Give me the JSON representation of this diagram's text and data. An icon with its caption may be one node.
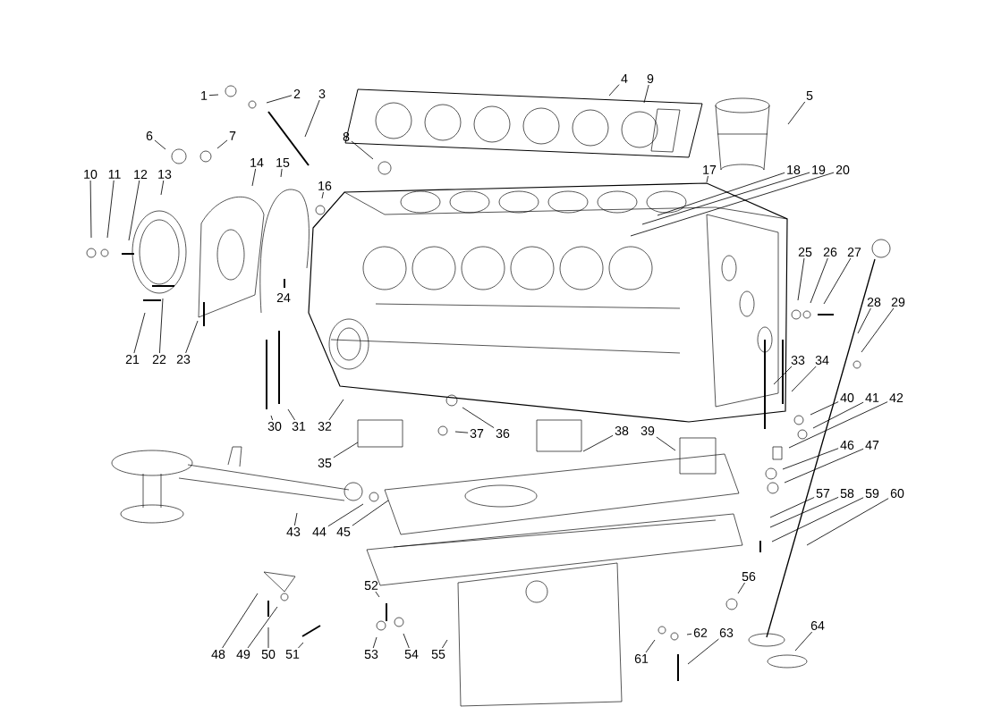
{
  "diagram": {
    "nodes": [
      {
        "text": [
          "1"
        ]
      },
      {
        "text": [
          "2"
        ]
      },
      {
        "text": [
          "3"
        ]
      },
      {
        "text": [
          "4"
        ]
      },
      {
        "text": [
          "5"
        ]
      },
      {
        "text": [
          "6"
        ]
      },
      {
        "text": [
          "7"
        ]
      },
      {
        "text": [
          "8"
        ]
      },
      {
        "text": [
          "9"
        ]
      },
      {
        "text": [
          "10"
        ]
      },
      {
        "text": [
          "11"
        ]
      },
      {
        "text": [
          "12"
        ]
      },
      {
        "text": [
          "13"
        ]
      },
      {
        "text": [
          "14"
        ]
      },
      {
        "text": [
          "15"
        ]
      },
      {
        "text": [
          "16"
        ]
      },
      {
        "text": [
          "17"
        ]
      },
      {
        "text": [
          "18"
        ]
      },
      {
        "text": [
          "19"
        ]
      },
      {
        "text": [
          "20"
        ]
      },
      {
        "text": [
          "21"
        ]
      },
      {
        "text": [
          "22"
        ]
      },
      {
        "text": [
          "23"
        ]
      },
      {
        "text": [
          "24"
        ]
      },
      {
        "text": [
          "25"
        ]
      },
      {
        "text": [
          "26"
        ]
      },
      {
        "text": [
          "27"
        ]
      },
      {
        "text": [
          "28"
        ]
      },
      {
        "text": [
          "29"
        ]
      },
      {
        "text": [
          "30"
        ]
      },
      {
        "text": [
          "31"
        ]
      },
      {
        "text": [
          "32"
        ]
      },
      {
        "text": [
          "33"
        ]
      },
      {
        "text": [
          "34"
        ]
      },
      {
        "text": [
          "35"
        ]
      },
      {
        "text": [
          "36"
        ]
      },
      {
        "text": [
          "37"
        ]
      },
      {
        "text": [
          "38"
        ]
      },
      {
        "text": [
          "39"
        ]
      },
      {
        "text": [
          "40"
        ]
      },
      {
        "text": [
          "41"
        ]
      },
      {
        "text": [
          "42"
        ]
      },
      {
        "text": [
          "43"
        ]
      },
      {
        "text": [
          "44"
        ]
      },
      {
        "text": [
          "45"
        ]
      },
      {
        "text": [
          "46"
        ]
      },
      {
        "text": [
          "47"
        ]
      },
      {
        "text": [
          "48"
        ]
      },
      {
        "text": [
          "49"
        ]
      },
      {
        "text": [
          "50"
        ]
      },
      {
        "text": [
          "51"
        ]
      },
      {
        "text": [
          "52"
        ]
      },
      {
        "text": [
          "53"
        ]
      },
      {
        "text": [
          "54"
        ]
      },
      {
        "text": [
          "55"
        ]
      },
      {
        "text": [
          "56"
        ]
      },
      {
        "text": [
          "57"
        ]
      },
      {
        "text": [
          "58"
        ]
      },
      {
        "text": [
          "59"
        ]
      },
      {
        "text": [
          "60"
        ]
      },
      {
        "text": [
          "61"
        ]
      },
      {
        "text": [
          "62"
        ]
      },
      {
        "text": [
          "63"
        ]
      },
      {
        "text": [
          "64"
        ]
      }
    ],
    "edges": [
      {
        "from": 0,
        "to": null,
        "arrow": "none"
      },
      {
        "from": 1,
        "to": null,
        "arrow": "none"
      },
      {
        "from": 2,
        "to": null,
        "arrow": "none"
      },
      {
        "from": 3,
        "to": null,
        "arrow": "none"
      },
      {
        "from": 4,
        "to": null,
        "arrow": "none"
      },
      {
        "from": 5,
        "to": null,
        "arrow": "none"
      },
      {
        "from": 6,
        "to": null,
        "arrow": "none"
      },
      {
        "from": 7,
        "to": null,
        "arrow": "none"
      },
      {
        "from": 8,
        "to": null,
        "arrow": "none"
      },
      {
        "from": 9,
        "to": null,
        "arrow": "none"
      },
      {
        "from": 10,
        "to": null,
        "arrow": "none"
      },
      {
        "from": 11,
        "to": null,
        "arrow": "none"
      },
      {
        "from": 12,
        "to": null,
        "arrow": "none"
      },
      {
        "from": 13,
        "to": null,
        "arrow": "none"
      },
      {
        "from": 14,
        "to": null,
        "arrow": "none"
      },
      {
        "from": 15,
        "to": null,
        "arrow": "none"
      },
      {
        "from": 16,
        "to": null,
        "arrow": "none"
      },
      {
        "from": 17,
        "to": null,
        "arrow": "none"
      },
      {
        "from": 18,
        "to": null,
        "arrow": "none"
      },
      {
        "from": 19,
        "to": null,
        "arrow": "none"
      },
      {
        "from": 20,
        "to": null,
        "arrow": "none"
      },
      {
        "from": 21,
        "to": null,
        "arrow": "none"
      },
      {
        "from": 22,
        "to": null,
        "arrow": "none"
      },
      {
        "from": 23,
        "to": null,
        "arrow": "none"
      },
      {
        "from": 24,
        "to": null,
        "arrow": "none"
      },
      {
        "from": 25,
        "to": null,
        "arrow": "none"
      },
      {
        "from": 26,
        "to": null,
        "arrow": "none"
      },
      {
        "from": 27,
        "to": null,
        "arrow": "none"
      },
      {
        "from": 28,
        "to": null,
        "arrow": "none"
      },
      {
        "from": 29,
        "to": null,
        "arrow": "none"
      },
      {
        "from": 30,
        "to": null,
        "arrow": "none"
      },
      {
        "from": 31,
        "to": null,
        "arrow": "none"
      },
      {
        "from": 32,
        "to": null,
        "arrow": "none"
      },
      {
        "from": 33,
        "to": null,
        "arrow": "none"
      },
      {
        "from": 34,
        "to": null,
        "arrow": "none"
      },
      {
        "from": 35,
        "to": null,
        "arrow": "none"
      },
      {
        "from": 36,
        "to": null,
        "arrow": "none"
      },
      {
        "from": 37,
        "to": null,
        "arrow": "none"
      },
      {
        "from": 38,
        "to": null,
        "arrow": "none"
      },
      {
        "from": 39,
        "to": null,
        "arrow": "none"
      },
      {
        "from": 40,
        "to": null,
        "arrow": "none"
      },
      {
        "from": 41,
        "to": null,
        "arrow": "none"
      },
      {
        "from": 42,
        "to": null,
        "arrow": "none"
      },
      {
        "from": 43,
        "to": null,
        "arrow": "none"
      },
      {
        "from": 44,
        "to": null,
        "arrow": "none"
      },
      {
        "from": 45,
        "to": null,
        "arrow": "none"
      },
      {
        "from": 46,
        "to": null,
        "arrow": "none"
      },
      {
        "from": 47,
        "to": null,
        "arrow": "none"
      },
      {
        "from": 48,
        "to": null,
        "arrow": "none"
      },
      {
        "from": 49,
        "to": null,
        "arrow": "none"
      },
      {
        "from": 50,
        "to": null,
        "arrow": "none"
      },
      {
        "from": 51,
        "to": null,
        "arrow": "none"
      },
      {
        "from": 52,
        "to": null,
        "arrow": "none"
      },
      {
        "from": 53,
        "to": null,
        "arrow": "none"
      },
      {
        "from": 54,
        "to": null,
        "arrow": "none"
      },
      {
        "from": 55,
        "to": null,
        "arrow": "none"
      },
      {
        "from": 56,
        "to": null,
        "arrow": "none"
      },
      {
        "from": 57,
        "to": null,
        "arrow": "none"
      },
      {
        "from": 58,
        "to": null,
        "arrow": "none"
      },
      {
        "from": 59,
        "to": null,
        "arrow": "none"
      },
      {
        "from": 60,
        "to": null,
        "arrow": "none"
      },
      {
        "from": 61,
        "to": null,
        "arrow": "none"
      },
      {
        "from": 62,
        "to": null,
        "arrow": "none"
      },
      {
        "from": 63,
        "to": null,
        "arrow": "none"
      }
    ]
  }
}
